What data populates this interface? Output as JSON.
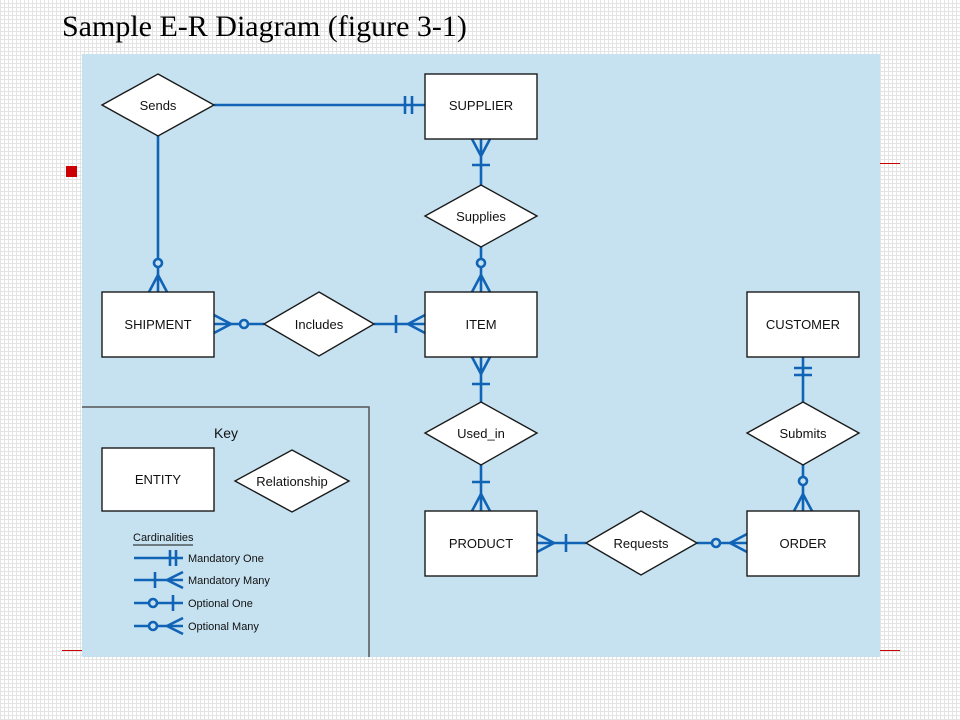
{
  "slide": {
    "title": "Sample E-R Diagram (figure 3-1)",
    "accent_color": "#cc0000"
  },
  "diagram": {
    "background_color": "#c6e2f1",
    "line_color": "#1063b5",
    "entities": [
      {
        "id": "supplier",
        "label": "SUPPLIER"
      },
      {
        "id": "shipment",
        "label": "SHIPMENT"
      },
      {
        "id": "item",
        "label": "ITEM"
      },
      {
        "id": "customer",
        "label": "CUSTOMER"
      },
      {
        "id": "product",
        "label": "PRODUCT"
      },
      {
        "id": "order",
        "label": "ORDER"
      }
    ],
    "relationships": [
      {
        "id": "sends",
        "label": "Sends",
        "from": "supplier",
        "to": "shipment"
      },
      {
        "id": "supplies",
        "label": "Supplies",
        "from": "supplier",
        "to": "item"
      },
      {
        "id": "includes",
        "label": "Includes",
        "from": "shipment",
        "to": "item"
      },
      {
        "id": "used_in",
        "label": "Used_in",
        "from": "item",
        "to": "product"
      },
      {
        "id": "submits",
        "label": "Submits",
        "from": "customer",
        "to": "order"
      },
      {
        "id": "requests",
        "label": "Requests",
        "from": "product",
        "to": "order"
      }
    ],
    "key": {
      "title": "Key",
      "entity_label": "ENTITY",
      "relationship_label": "Relationship",
      "cardinalities_title": "Cardinalities",
      "items": [
        {
          "symbol": "mandatory-one",
          "label": "Mandatory One"
        },
        {
          "symbol": "mandatory-many",
          "label": "Mandatory Many"
        },
        {
          "symbol": "optional-one",
          "label": "Optional One"
        },
        {
          "symbol": "optional-many",
          "label": "Optional Many"
        }
      ]
    }
  }
}
